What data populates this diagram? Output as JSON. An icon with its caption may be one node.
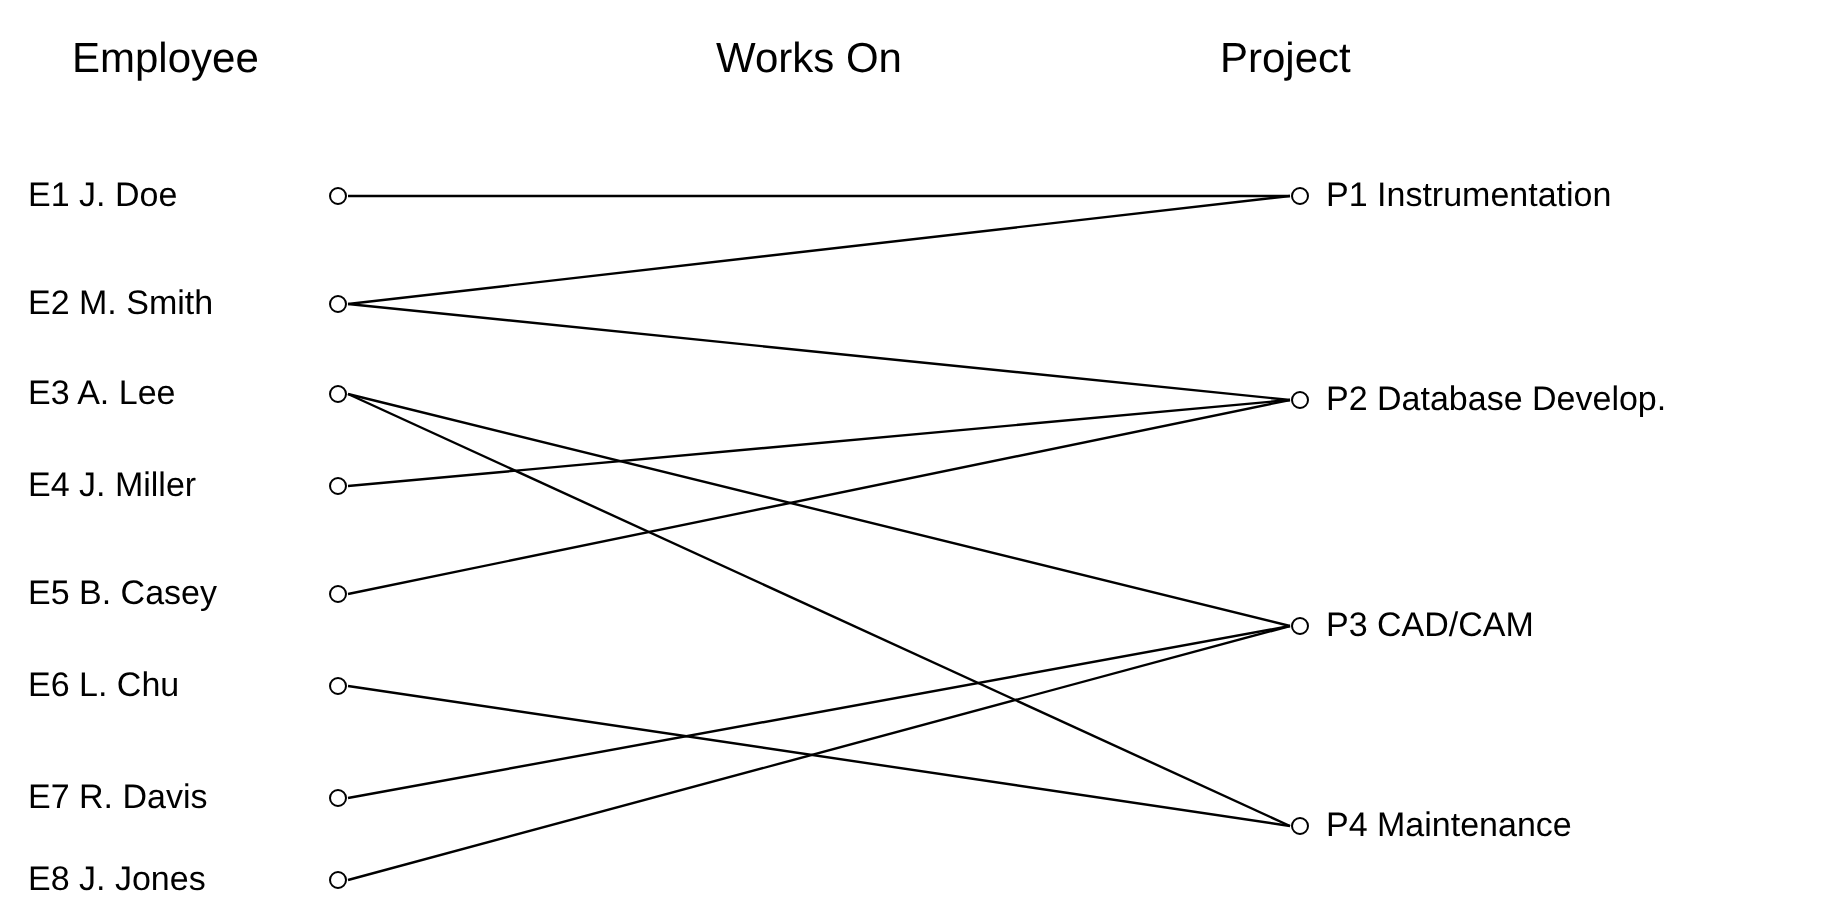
{
  "diagram": {
    "nodes": [
      {
        "text": [
          "E1 J. Doe"
        ]
      },
      {
        "text": [
          "E2 M. Smith"
        ]
      },
      {
        "text": [
          "E3 A. Lee"
        ]
      },
      {
        "text": [
          "E4 J. Miller"
        ]
      },
      {
        "text": [
          "E5 B. Casey"
        ]
      },
      {
        "text": [
          "E6 L. Chu"
        ]
      },
      {
        "text": [
          "E7 R. Davis"
        ]
      },
      {
        "text": [
          "E8 J. Jones"
        ]
      },
      {
        "text": [
          "P1 Instrumentation"
        ]
      },
      {
        "text": [
          "P2 Database Develop."
        ]
      },
      {
        "text": [
          "P3 CAD/CAM"
        ]
      },
      {
        "text": [
          "P4 Maintenance"
        ]
      }
    ],
    "edges": [
      {
        "from": 0,
        "to": 8,
        "arrow": "none"
      },
      {
        "from": 1,
        "to": 8,
        "arrow": "none"
      },
      {
        "from": 1,
        "to": 9,
        "arrow": "none"
      },
      {
        "from": 2,
        "to": 10,
        "arrow": "none"
      },
      {
        "from": 2,
        "to": 11,
        "arrow": "none"
      },
      {
        "from": 3,
        "to": 9,
        "arrow": "none"
      },
      {
        "from": 4,
        "to": 9,
        "arrow": "none"
      },
      {
        "from": 5,
        "to": 11,
        "arrow": "none"
      },
      {
        "from": 6,
        "to": 10,
        "arrow": "none"
      },
      {
        "from": 7,
        "to": 10,
        "arrow": "none"
      }
    ],
    "labels": [
      "Employee",
      "Works On",
      "Project"
    ]
  }
}
